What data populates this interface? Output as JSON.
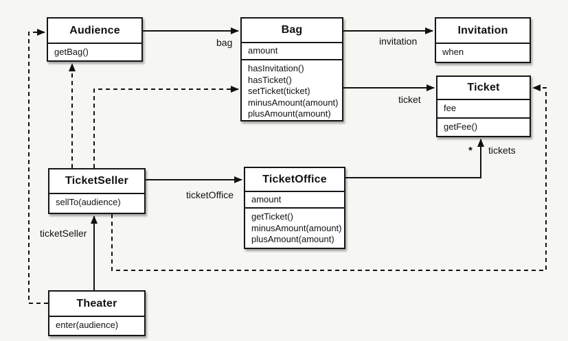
{
  "diagram": {
    "type": "uml-class-diagram",
    "classes": {
      "audience": {
        "name": "Audience",
        "attributes": [],
        "methods": [
          "getBag()"
        ]
      },
      "bag": {
        "name": "Bag",
        "attributes": [
          "amount"
        ],
        "methods": [
          "hasInvitation()",
          "hasTicket()",
          "setTicket(ticket)",
          "minusAmount(amount)",
          "plusAmount(amount)"
        ]
      },
      "invitation": {
        "name": "Invitation",
        "attributes": [
          "when"
        ],
        "methods": []
      },
      "ticket": {
        "name": "Ticket",
        "attributes": [
          "fee"
        ],
        "methods": [
          "getFee()"
        ]
      },
      "ticketSeller": {
        "name": "TicketSeller",
        "attributes": [],
        "methods": [
          "sellTo(audience)"
        ]
      },
      "ticketOffice": {
        "name": "TicketOffice",
        "attributes": [
          "amount"
        ],
        "methods": [
          "getTicket()",
          "minusAmount(amount)",
          "plusAmount(amount)"
        ]
      },
      "theater": {
        "name": "Theater",
        "attributes": [],
        "methods": [
          "enter(audience)"
        ]
      }
    },
    "labels": {
      "bag": "bag",
      "invitation": "invitation",
      "ticket": "ticket",
      "ticketOffice": "ticketOffice",
      "ticketSeller": "ticketSeller",
      "tickets": "tickets",
      "multiplicity": "*"
    },
    "relationships": [
      {
        "from": "Audience",
        "to": "Bag",
        "type": "association",
        "label": "bag"
      },
      {
        "from": "Bag",
        "to": "Invitation",
        "type": "association",
        "label": "invitation"
      },
      {
        "from": "Bag",
        "to": "Ticket",
        "type": "association",
        "label": "ticket"
      },
      {
        "from": "TicketSeller",
        "to": "TicketOffice",
        "type": "association",
        "label": "ticketOffice"
      },
      {
        "from": "TicketOffice",
        "to": "Ticket",
        "type": "association",
        "label": "tickets",
        "multiplicity": "*"
      },
      {
        "from": "Theater",
        "to": "TicketSeller",
        "type": "association",
        "label": "ticketSeller"
      },
      {
        "from": "Theater",
        "to": "Audience",
        "type": "dependency"
      },
      {
        "from": "TicketSeller",
        "to": "Audience",
        "type": "dependency"
      },
      {
        "from": "TicketSeller",
        "to": "Bag",
        "type": "dependency"
      },
      {
        "from": "TicketSeller",
        "to": "Ticket",
        "type": "dependency"
      }
    ]
  }
}
